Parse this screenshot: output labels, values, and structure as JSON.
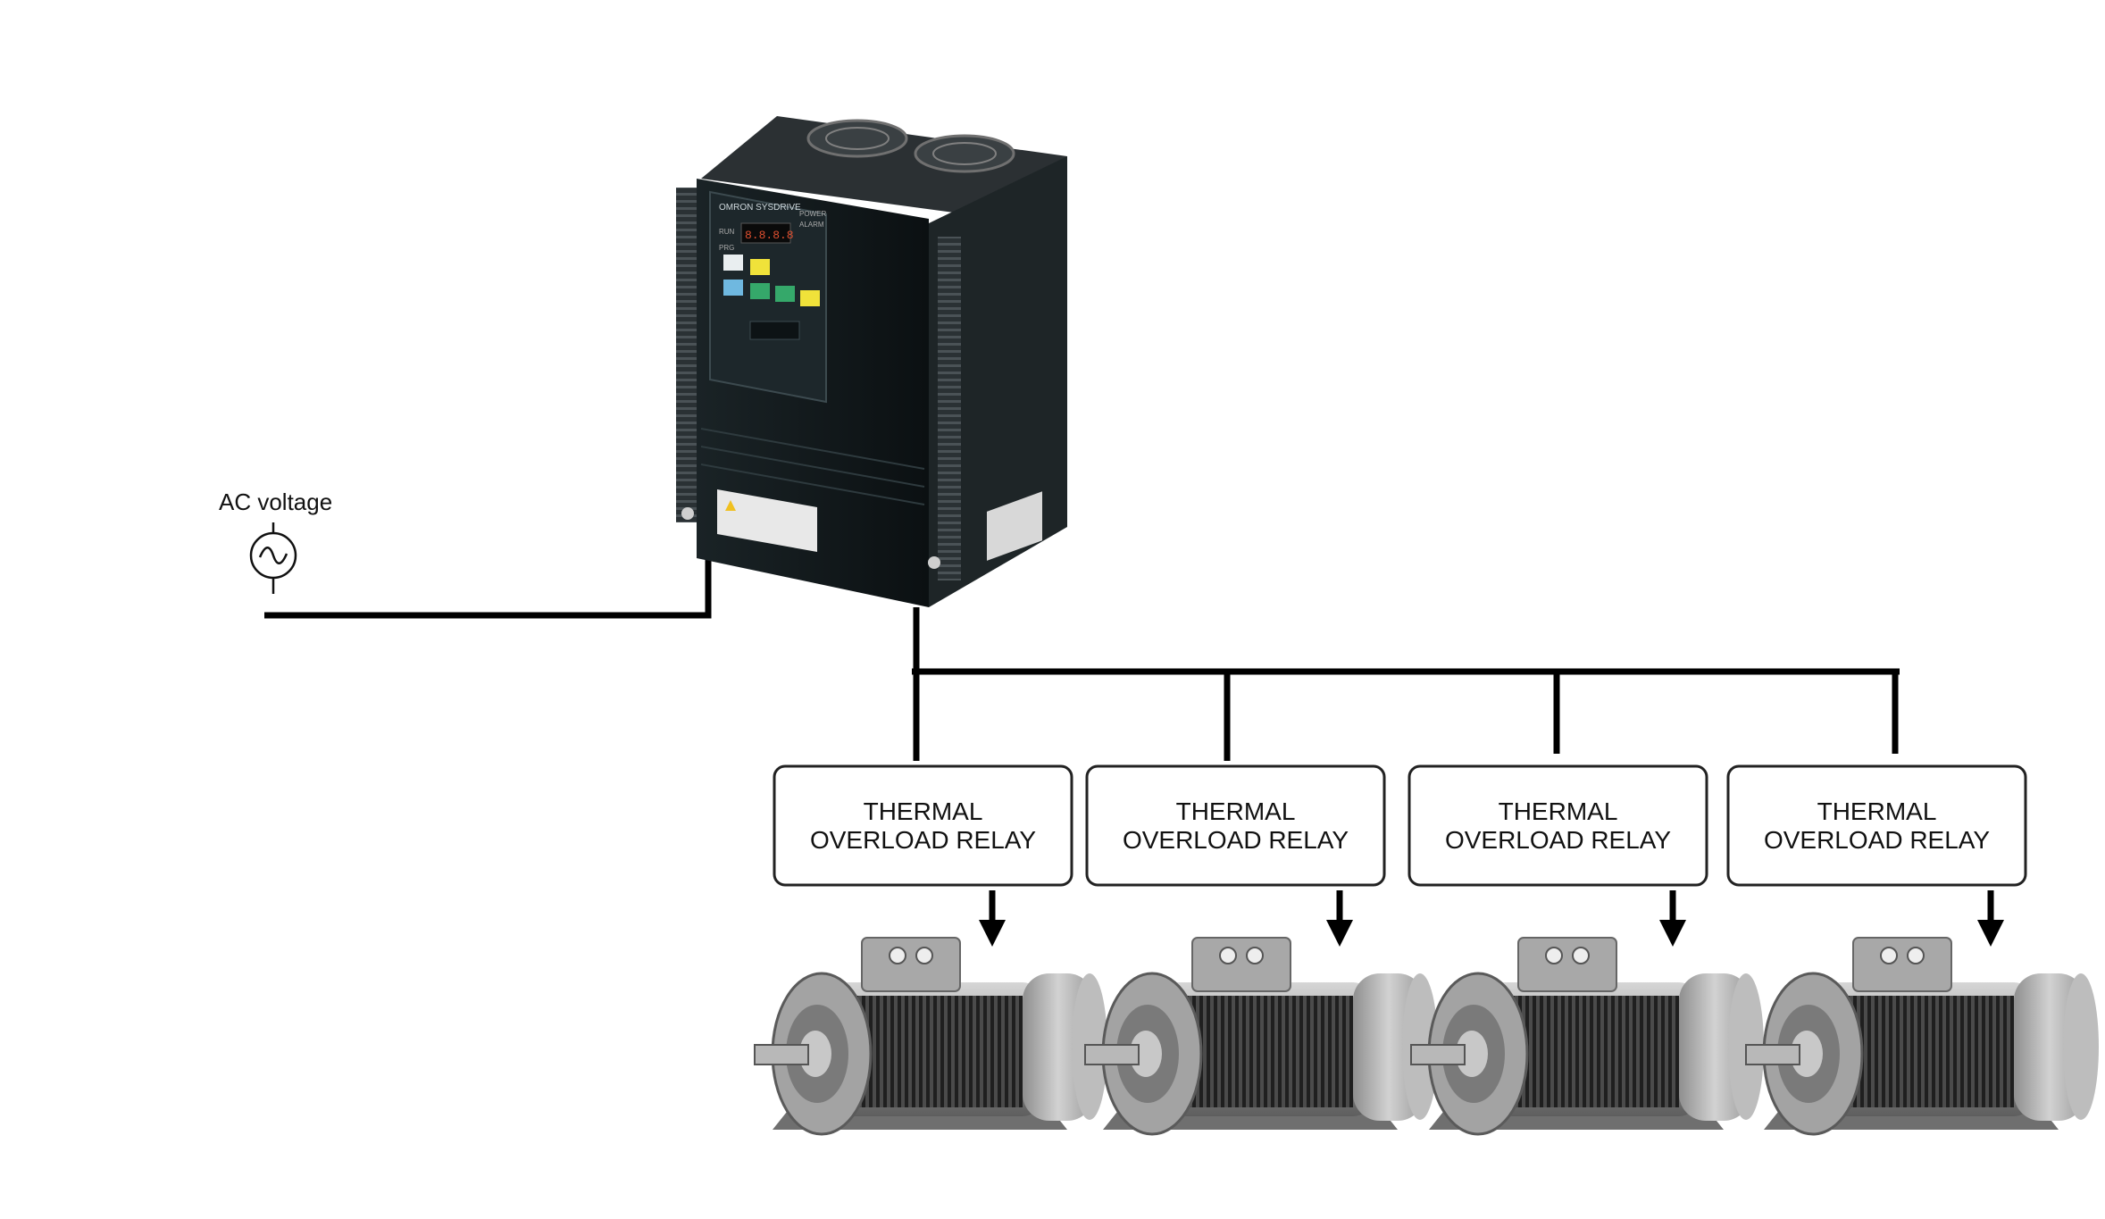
{
  "source": {
    "label": "AC voltage"
  },
  "drive": {
    "brand_text": "OMRON SYSDRIVE",
    "indicators": [
      "POWER",
      "ALARM",
      "RUN",
      "PRG"
    ],
    "display_text": "8.8.8.8"
  },
  "relays": [
    {
      "line1": "THERMAL",
      "line2": "OVERLOAD RELAY"
    },
    {
      "line1": "THERMAL",
      "line2": "OVERLOAD RELAY"
    },
    {
      "line1": "THERMAL",
      "line2": "OVERLOAD RELAY"
    },
    {
      "line1": "THERMAL",
      "line2": "OVERLOAD RELAY"
    }
  ],
  "motors": [
    {
      "icon": "electric-motor-icon"
    },
    {
      "icon": "electric-motor-icon"
    },
    {
      "icon": "electric-motor-icon"
    },
    {
      "icon": "electric-motor-icon"
    }
  ]
}
